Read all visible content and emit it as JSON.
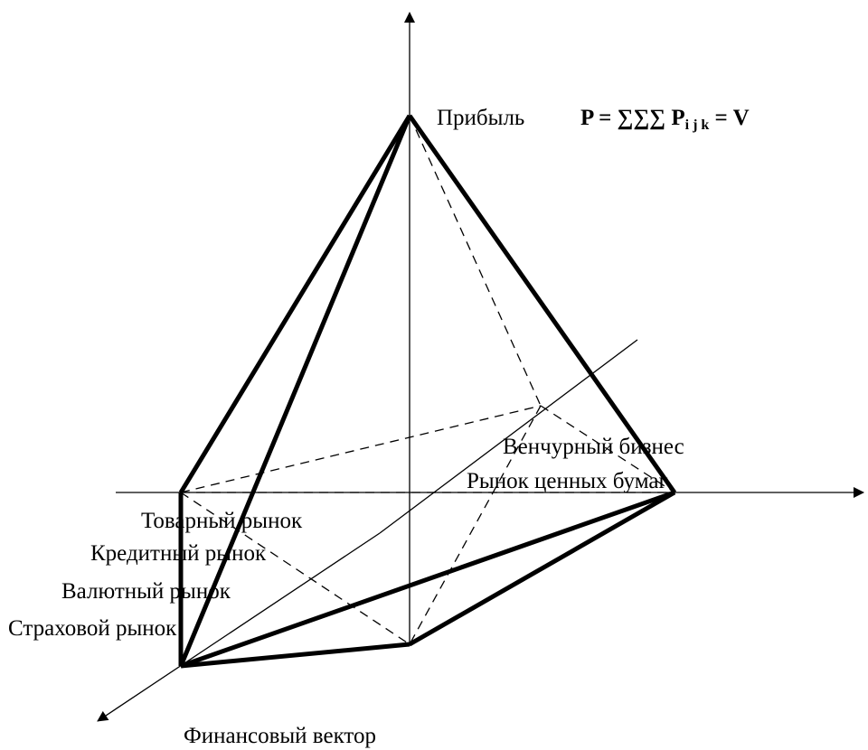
{
  "labels": {
    "profit": "Прибыль",
    "venture": "Венчурный бизнес",
    "securities": "Рынок ценных бумаг",
    "commodity": "Товарный рынок",
    "credit": "Кредитный рынок",
    "currency": "Валютный рынок",
    "insurance": "Страховой рынок",
    "financial_vector": "Финансовый вектор"
  },
  "formula": {
    "lhs": "P = ∑∑∑ P",
    "subscript": "i j k",
    "rhs": " = V"
  }
}
